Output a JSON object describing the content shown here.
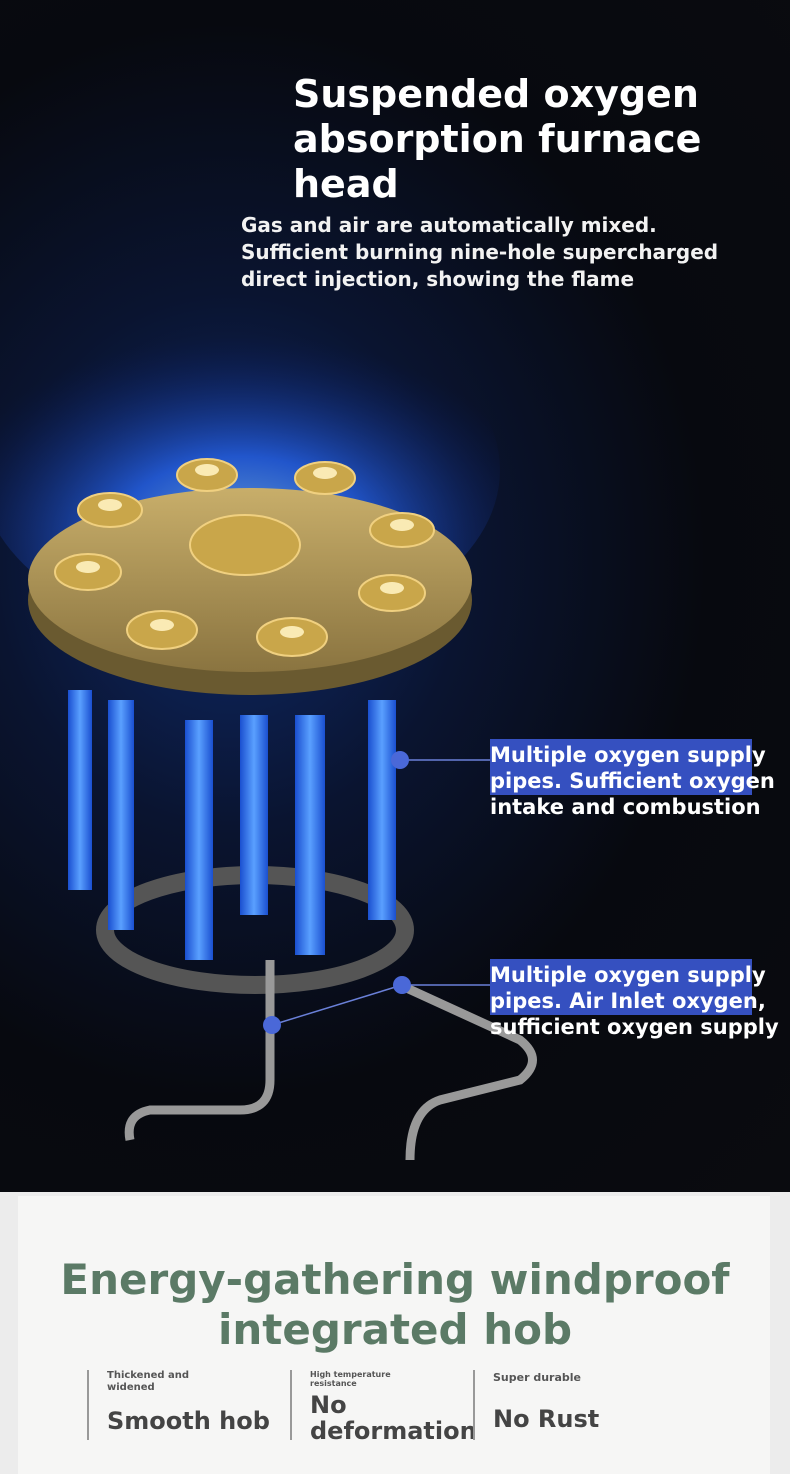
{
  "hero": {
    "title": "Suspended oxygen\nabsorption furnace head",
    "subtitle": "Gas and air are automatically mixed.\nSufficient burning nine-hole supercharged\ndirect injection, showing the flame",
    "callouts": [
      {
        "text": "Multiple oxygen supply\npipes. Sufficient oxygen\nintake and combustion"
      },
      {
        "text": "Multiple oxygen supply\npipes. Air Inlet oxygen,\nsufficient oxygen supply"
      }
    ],
    "highlight_color": "#3550c0",
    "flame_color": "#2a6cff"
  },
  "bottom": {
    "title": "Energy-gathering windproof\nintegrated hob",
    "title_color": "#5b7a66",
    "features": [
      {
        "caption": "Thickened and\nwidened",
        "label": "Smooth hob"
      },
      {
        "caption": "High temperature\nresistance",
        "label": "No\ndeformation"
      },
      {
        "caption": "Super durable",
        "label": "No Rust"
      }
    ]
  }
}
